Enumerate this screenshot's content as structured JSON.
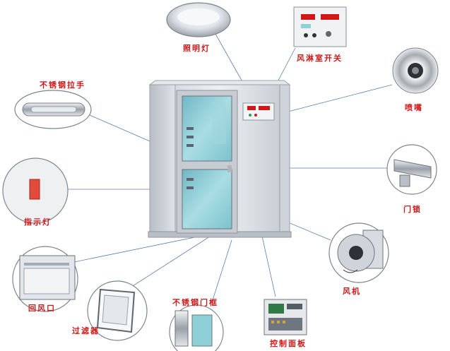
{
  "labels": {
    "lighting": "照明灯",
    "air_shower_switch": "风淋室开关",
    "stainless_handle": "不锈钢拉手",
    "nozzle": "喷嘴",
    "door_lock": "门锁",
    "indicator_light": "指示灯",
    "fan": "风机",
    "return_vent": "回风口",
    "stainless_door_frame": "不锈钢门框",
    "control_panel": "控制面板",
    "filter": "过滤器"
  },
  "colors": {
    "label_red": "#d01818",
    "leader_blue": "#5b7fb0",
    "cabinet_body": "#d9dde2",
    "glass": "#8fd0d8",
    "indicator_red": "#e24a3a",
    "display_red": "#d01818"
  },
  "icons": {
    "lighting": "lamp-icon",
    "switch": "switch-icon",
    "handle": "handle-icon",
    "nozzle": "nozzle-icon",
    "lock": "lock-icon",
    "indicator": "indicator-light-icon",
    "fan": "fan-icon",
    "vent": "vent-icon",
    "frame": "door-frame-icon",
    "panel": "control-panel-icon",
    "filter": "filter-icon"
  }
}
